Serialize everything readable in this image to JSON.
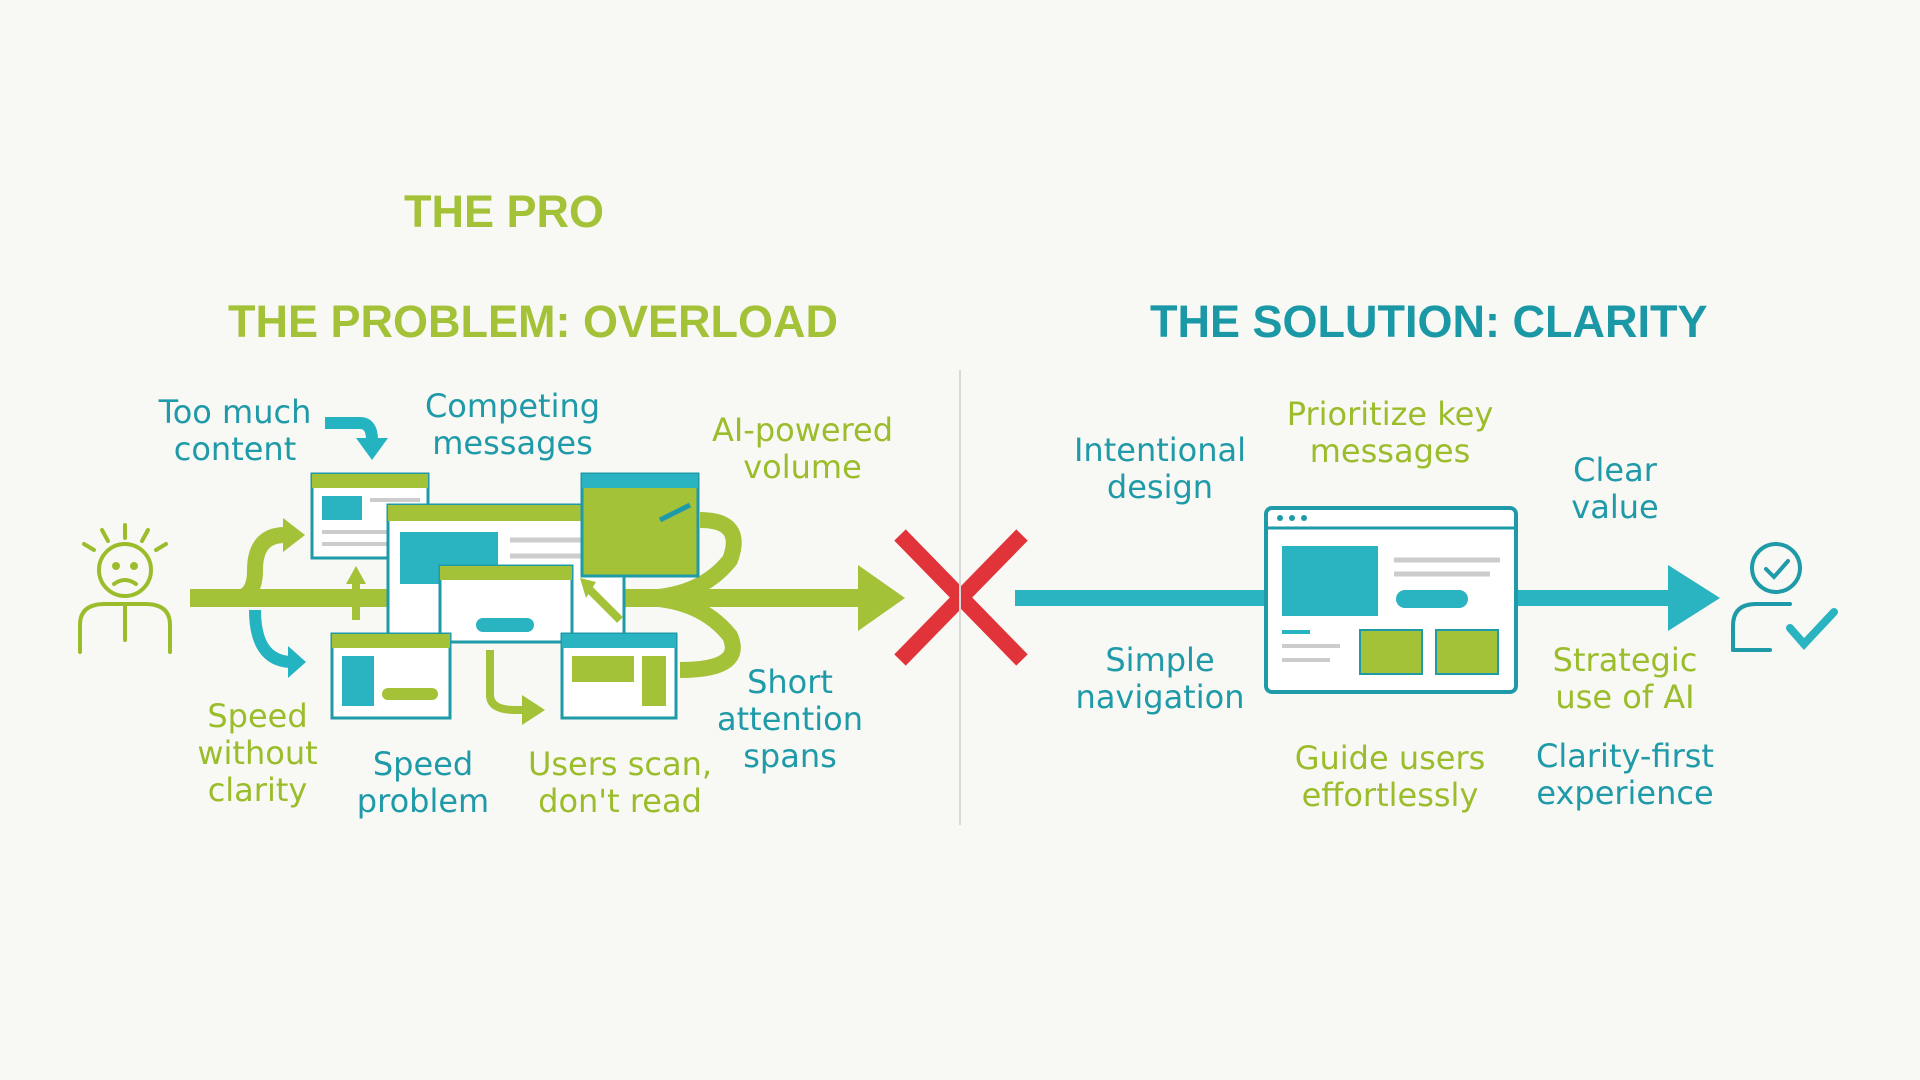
{
  "titles": {
    "truncated": "THE PRO",
    "problem": "THE PROBLEM: OVERLOAD",
    "solution": "THE SOLUTION: CLARITY"
  },
  "problem_labels": {
    "too_much_content": "Too much\ncontent",
    "competing_messages": "Competing\nmessages",
    "ai_powered_volume": "AI-powered\nvolume",
    "speed_without_clarity": "Speed\nwithout\nclarity",
    "speed_problem": "Speed\nproblem",
    "users_scan": "Users scan,\ndon't read",
    "short_attention": "Short\nattention\nspans"
  },
  "solution_labels": {
    "intentional_design": "Intentional\ndesign",
    "prioritize": "Prioritize key\nmessages",
    "clear_value": "Clear\nvalue",
    "simple_navigation": "Simple\nnavigation",
    "strategic_ai": "Strategic\nuse of AI",
    "guide_users": "Guide users\neffortlessly",
    "clarity_first": "Clarity-first\nexperience"
  },
  "icons": {
    "stressed_user": "stressed-user-icon",
    "happy_user": "satisfied-user-icon",
    "cross": "red-x-icon",
    "browser": "browser-window-icon"
  },
  "colors": {
    "green": "#a3c238",
    "teal": "#1f9aa8",
    "red": "#e1343a",
    "background": "#f8f8f5"
  }
}
